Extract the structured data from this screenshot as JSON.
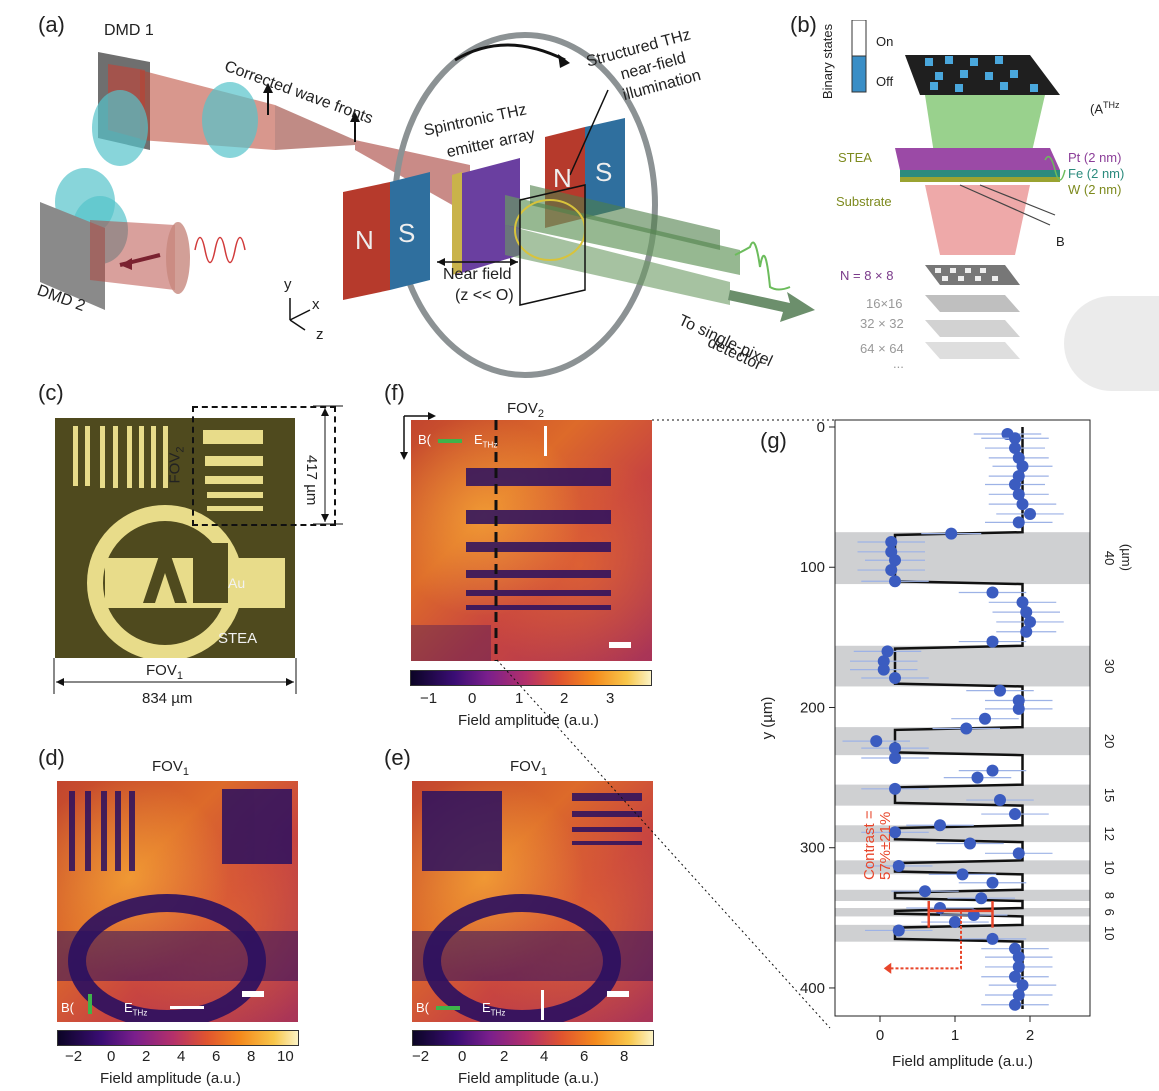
{
  "panels": {
    "a": {
      "label": "(a)",
      "dmd1": "DMD 1",
      "dmd2": "DMD 2",
      "corrected": "Corrected wave fronts",
      "structured": "Structured THz",
      "structured2": "near-field",
      "structured3": "illumination",
      "emitter": "Spintronic THz",
      "emitter2": "emitter array",
      "near_field": "Near field",
      "near_field2": "(z << O)",
      "detector": "To single-pixel",
      "detector2": "detector",
      "magnet_n": "N",
      "magnet_s": "S",
      "axis_y": "y",
      "axis_x": "x",
      "axis_z": "z"
    },
    "b": {
      "label": "(b)",
      "binary": "Binary states",
      "on": "On",
      "off": "Off",
      "athz": "(A",
      "athz_sup": "THz",
      "stea": "STEA",
      "pt": "Pt (2 nm)",
      "fe": "Fe (2 nm)",
      "w": "W (2 nm)",
      "substrate": "Substrate",
      "b": "B",
      "n8": "N = 8 × 8",
      "n16": "16×16",
      "n32": "32 × 32",
      "n64": "64 × 64",
      "dots": "..."
    },
    "c": {
      "label": "(c)",
      "fov2": "FOV",
      "fov2_sub": "2",
      "size417": "417 µm",
      "au": "Au",
      "stea": "STEA",
      "fov1": "FOV",
      "fov1_sub": "1",
      "size834": "834 µm"
    },
    "d": {
      "label": "(d)",
      "title": "FOV",
      "title_sub": "1",
      "b_label": "B(",
      "e_label": "E",
      "e_sub": "THz",
      "ticks": [
        "−2",
        "0",
        "2",
        "4",
        "6",
        "8",
        "10"
      ],
      "cbar_label": "Field amplitude (a.u.)"
    },
    "e": {
      "label": "(e)",
      "title": "FOV",
      "title_sub": "1",
      "b_label": "B(",
      "e_label": "E",
      "e_sub": "THz",
      "ticks": [
        "−2",
        "0",
        "2",
        "4",
        "6",
        "8"
      ],
      "cbar_label": "Field amplitude (a.u.)"
    },
    "f": {
      "label": "(f)",
      "title": "FOV",
      "title_sub": "2",
      "b_label": "B(",
      "e_label": "E",
      "e_sub": "THz",
      "ticks": [
        "−1",
        "0",
        "1",
        "2",
        "3"
      ],
      "cbar_label": "Field amplitude (a.u.)"
    },
    "g": {
      "label": "(g)",
      "contrast": "Contrast =",
      "contrast2": "57%±21%"
    }
  },
  "chart_data": {
    "type": "scatter",
    "xlabel": "Field amplitude (a.u.)",
    "ylabel": "y (µm)",
    "xlim": [
      -0.6,
      2.8
    ],
    "ylim": [
      420,
      -5
    ],
    "xticks": [
      0,
      1,
      2
    ],
    "yticks": [
      0,
      100,
      200,
      300,
      400
    ],
    "stripe_label_axis": "(µm)",
    "stripes": [
      {
        "y0": 75,
        "y1": 112,
        "label": "40"
      },
      {
        "y0": 156,
        "y1": 185,
        "label": "30"
      },
      {
        "y0": 214,
        "y1": 234,
        "label": "20"
      },
      {
        "y0": 255,
        "y1": 270,
        "label": "15"
      },
      {
        "y0": 284,
        "y1": 296,
        "label": "12"
      },
      {
        "y0": 309,
        "y1": 319,
        "label": "10"
      },
      {
        "y0": 330,
        "y1": 338,
        "label": "8"
      },
      {
        "y0": 343,
        "y1": 349,
        "label": "6"
      },
      {
        "y0": 355,
        "y1": 367,
        "label": "10"
      }
    ],
    "series": [
      {
        "points": [
          {
            "y": 5,
            "x": 1.7,
            "err": 0.45
          },
          {
            "y": 8,
            "x": 1.8,
            "err": 0.45
          },
          {
            "y": 15,
            "x": 1.8,
            "err": 0.4
          },
          {
            "y": 22,
            "x": 1.85,
            "err": 0.4
          },
          {
            "y": 28,
            "x": 1.9,
            "err": 0.4
          },
          {
            "y": 35,
            "x": 1.85,
            "err": 0.4
          },
          {
            "y": 41,
            "x": 1.8,
            "err": 0.4
          },
          {
            "y": 48,
            "x": 1.85,
            "err": 0.4
          },
          {
            "y": 55,
            "x": 1.9,
            "err": 0.45
          },
          {
            "y": 62,
            "x": 2.0,
            "err": 0.45
          },
          {
            "y": 68,
            "x": 1.85,
            "err": 0.45
          },
          {
            "y": 76,
            "x": 0.95,
            "err": 0.4
          },
          {
            "y": 82,
            "x": 0.15,
            "err": 0.45
          },
          {
            "y": 89,
            "x": 0.15,
            "err": 0.45
          },
          {
            "y": 95,
            "x": 0.2,
            "err": 0.4
          },
          {
            "y": 102,
            "x": 0.15,
            "err": 0.45
          },
          {
            "y": 110,
            "x": 0.2,
            "err": 0.45
          },
          {
            "y": 118,
            "x": 1.5,
            "err": 0.45
          },
          {
            "y": 125,
            "x": 1.9,
            "err": 0.45
          },
          {
            "y": 132,
            "x": 1.95,
            "err": 0.45
          },
          {
            "y": 139,
            "x": 2.0,
            "err": 0.45
          },
          {
            "y": 146,
            "x": 1.95,
            "err": 0.4
          },
          {
            "y": 153,
            "x": 1.5,
            "err": 0.45
          },
          {
            "y": 160,
            "x": 0.1,
            "err": 0.45
          },
          {
            "y": 167,
            "x": 0.05,
            "err": 0.45
          },
          {
            "y": 173,
            "x": 0.05,
            "err": 0.45
          },
          {
            "y": 179,
            "x": 0.2,
            "err": 0.45
          },
          {
            "y": 188,
            "x": 1.6,
            "err": 0.45
          },
          {
            "y": 195,
            "x": 1.85,
            "err": 0.45
          },
          {
            "y": 201,
            "x": 1.85,
            "err": 0.45
          },
          {
            "y": 208,
            "x": 1.4,
            "err": 0.45
          },
          {
            "y": 215,
            "x": 1.15,
            "err": 0.45
          },
          {
            "y": 224,
            "x": -0.05,
            "err": 0.45
          },
          {
            "y": 229,
            "x": 0.2,
            "err": 0.45
          },
          {
            "y": 236,
            "x": 0.2,
            "err": 0.45
          },
          {
            "y": 245,
            "x": 1.5,
            "err": 0.45
          },
          {
            "y": 250,
            "x": 1.3,
            "err": 0.45
          },
          {
            "y": 258,
            "x": 0.2,
            "err": 0.45
          },
          {
            "y": 266,
            "x": 1.6,
            "err": 0.45
          },
          {
            "y": 276,
            "x": 1.8,
            "err": 0.45
          },
          {
            "y": 284,
            "x": 0.8,
            "err": 0.45
          },
          {
            "y": 289,
            "x": 0.2,
            "err": 0.45
          },
          {
            "y": 297,
            "x": 1.2,
            "err": 0.45
          },
          {
            "y": 304,
            "x": 1.85,
            "err": 0.45
          },
          {
            "y": 313,
            "x": 0.25,
            "err": 0.45
          },
          {
            "y": 319,
            "x": 1.1,
            "err": 0.45
          },
          {
            "y": 325,
            "x": 1.5,
            "err": 0.45
          },
          {
            "y": 331,
            "x": 0.6,
            "err": 0.45
          },
          {
            "y": 336,
            "x": 1.35,
            "err": 0.45
          },
          {
            "y": 343,
            "x": 0.8,
            "err": 0.45
          },
          {
            "y": 348,
            "x": 1.25,
            "err": 0.45
          },
          {
            "y": 353,
            "x": 1.0,
            "err": 0.45
          },
          {
            "y": 359,
            "x": 0.25,
            "err": 0.45
          },
          {
            "y": 365,
            "x": 1.5,
            "err": 0.45
          },
          {
            "y": 372,
            "x": 1.8,
            "err": 0.45
          },
          {
            "y": 378,
            "x": 1.85,
            "err": 0.45
          },
          {
            "y": 385,
            "x": 1.85,
            "err": 0.45
          },
          {
            "y": 392,
            "x": 1.8,
            "err": 0.45
          },
          {
            "y": 398,
            "x": 1.9,
            "err": 0.45
          },
          {
            "y": 405,
            "x": 1.85,
            "err": 0.45
          },
          {
            "y": 412,
            "x": 1.8,
            "err": 0.45
          }
        ],
        "color": "#3b5cc0",
        "errcolor": "#9db2e6"
      }
    ],
    "line_color": "#111111",
    "stripe_color": "#cfd0d2",
    "contrast_color": "#e8462b"
  }
}
